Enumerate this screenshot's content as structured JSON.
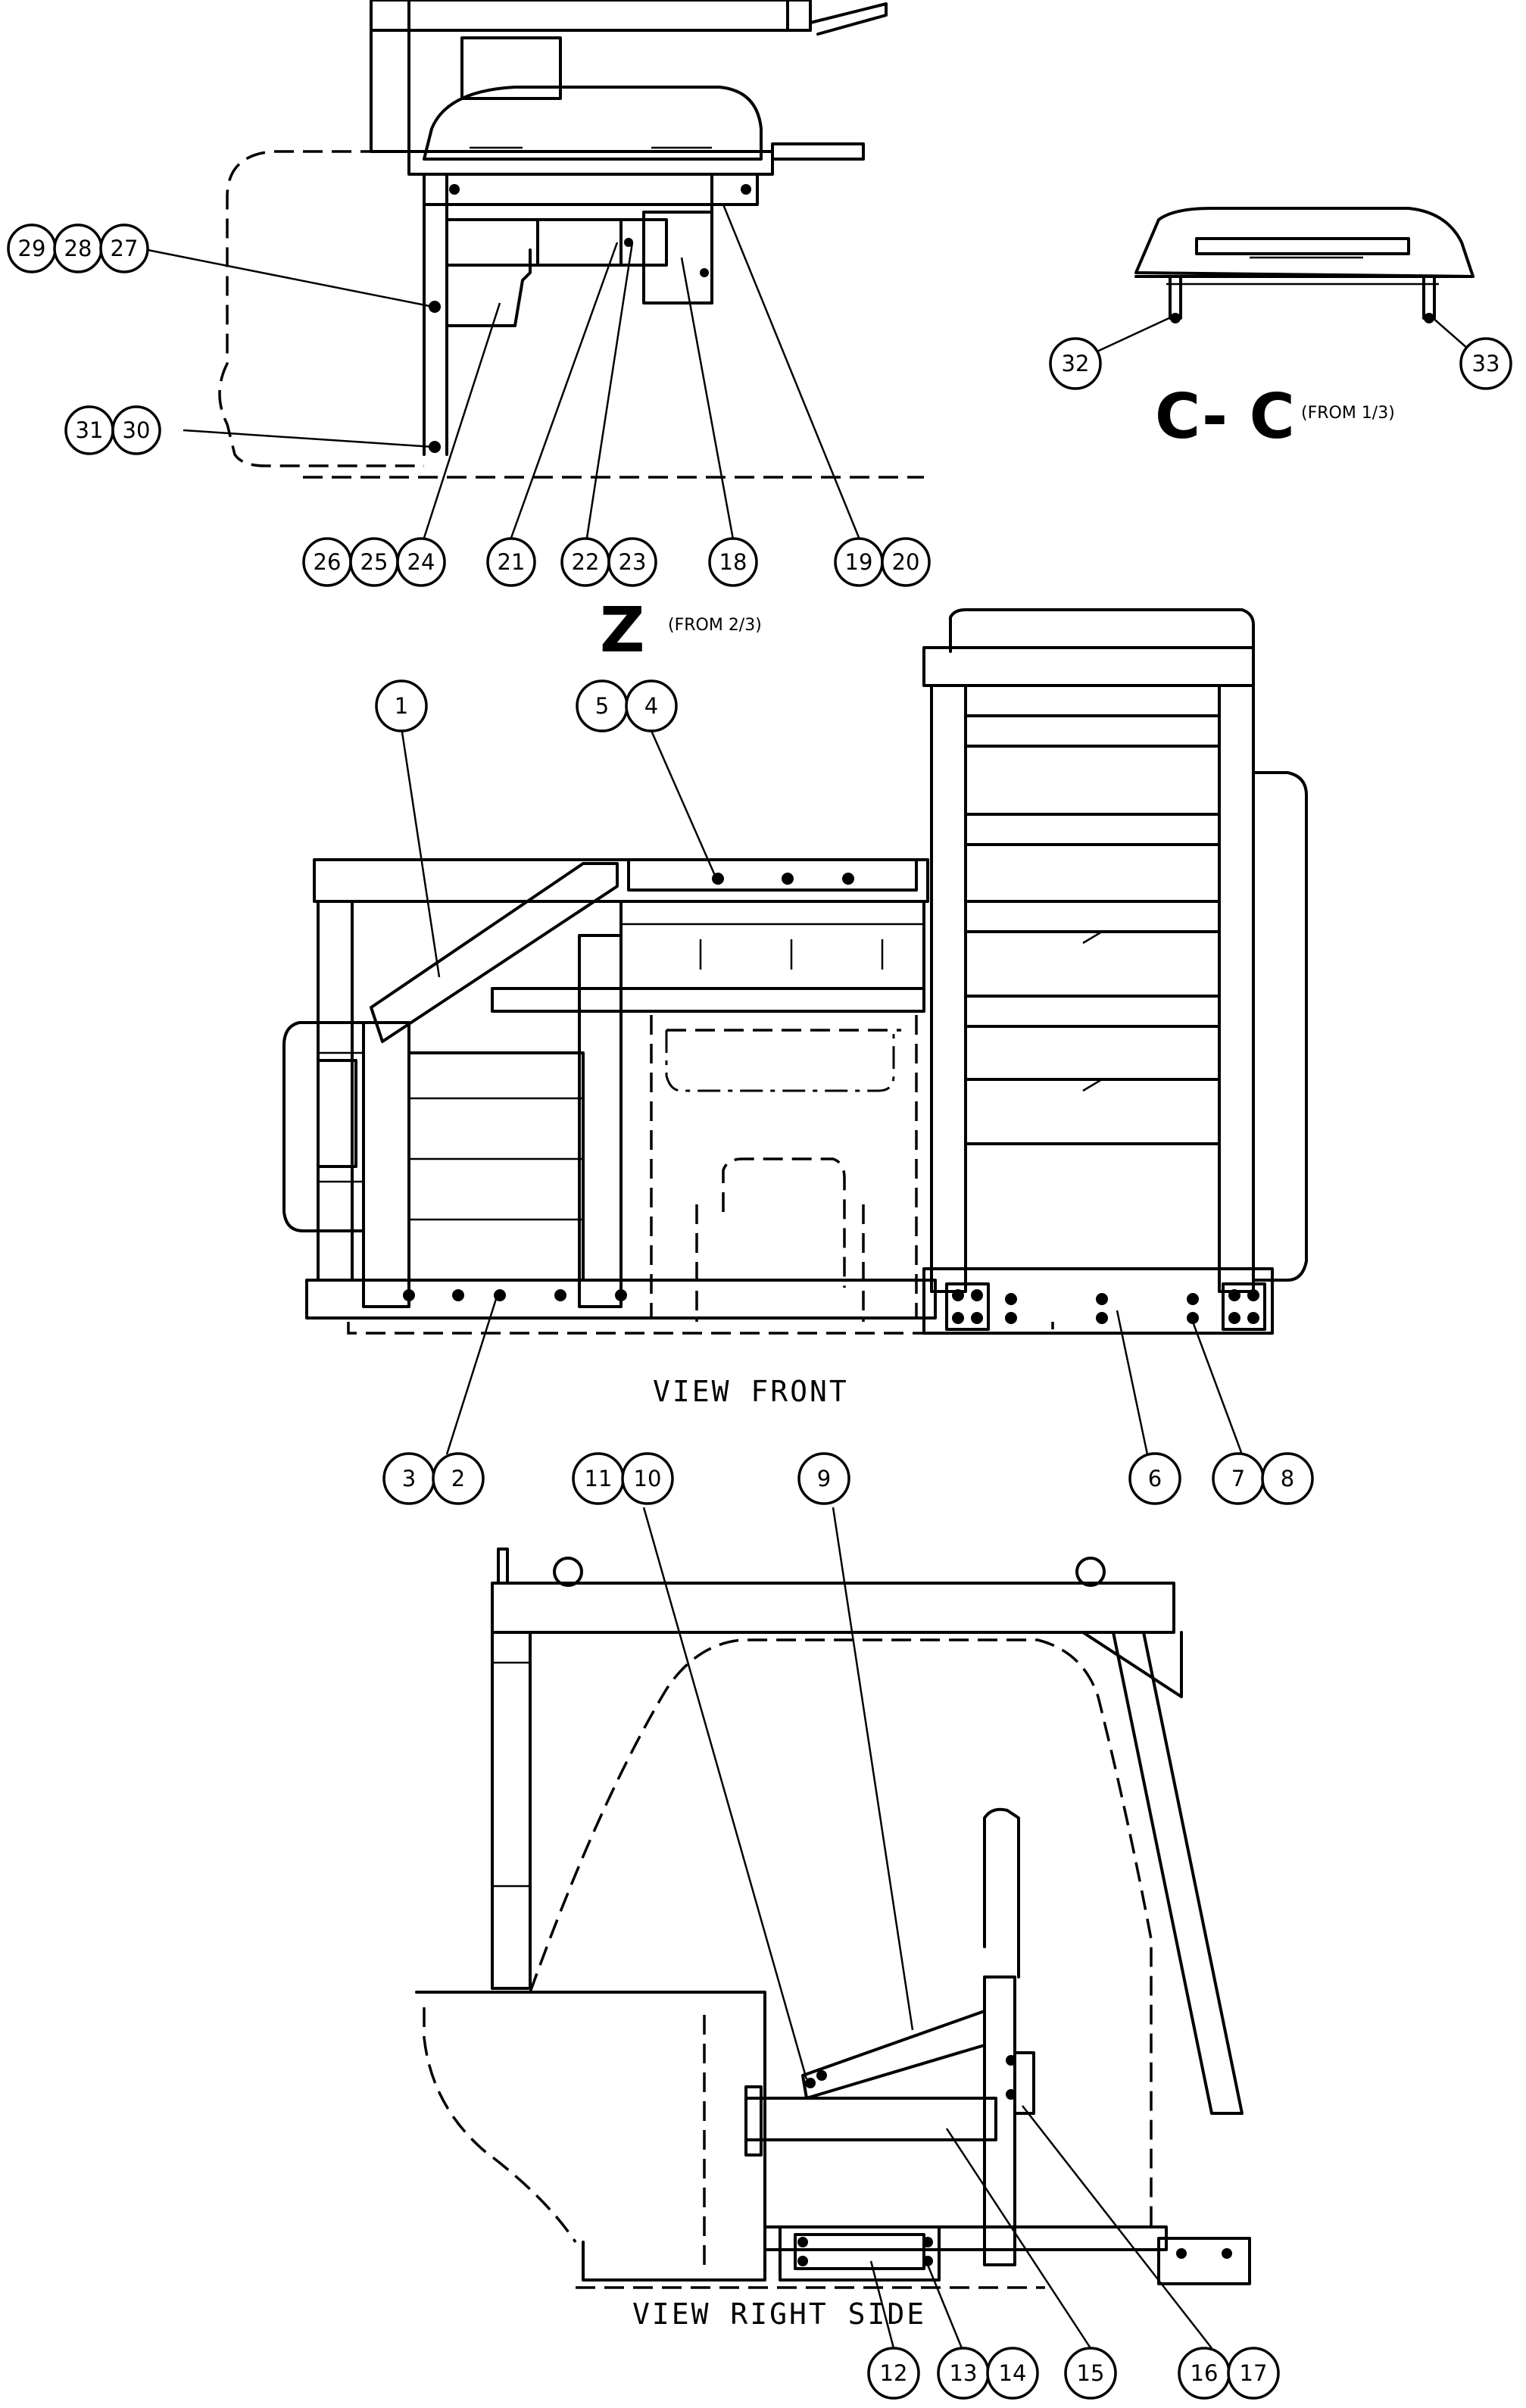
{
  "views": {
    "z": {
      "letter": "Z",
      "ref": "(FROM 2/3)"
    },
    "section": {
      "letter": "C- C",
      "ref": "(FROM 1/3)"
    },
    "front": {
      "caption": "VIEW FRONT"
    },
    "right": {
      "caption": "VIEW RIGHT SIDE"
    }
  },
  "balloons": {
    "b29": "29",
    "b28": "28",
    "b27": "27",
    "b31": "31",
    "b30": "30",
    "b26": "26",
    "b25": "25",
    "b24": "24",
    "b21": "21",
    "b22": "22",
    "b23": "23",
    "b18": "18",
    "b19": "19",
    "b20": "20",
    "b32": "32",
    "b33": "33",
    "b1": "1",
    "b5": "5",
    "b4": "4",
    "b3": "3",
    "b2": "2",
    "b6": "6",
    "b7": "7",
    "b8": "8",
    "b11": "11",
    "b10": "10",
    "b9": "9",
    "b12": "12",
    "b13": "13",
    "b14": "14",
    "b15": "15",
    "b16": "16",
    "b17": "17"
  }
}
